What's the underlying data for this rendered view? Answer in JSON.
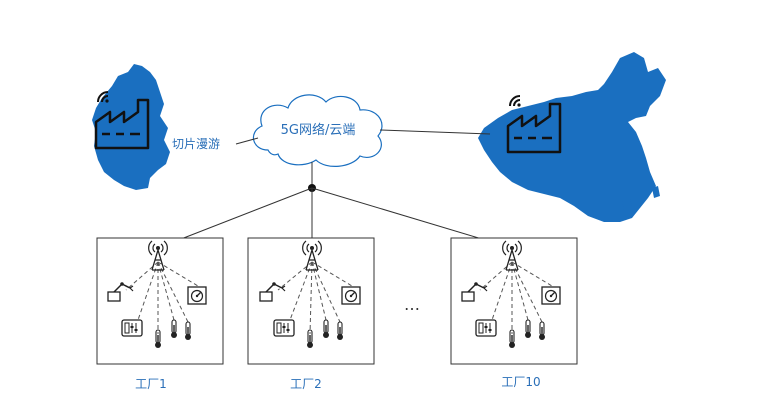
{
  "cloud": {
    "label": "5G网络/云端"
  },
  "left_region": {
    "label": "切片漫游"
  },
  "factories": [
    {
      "label": "工厂1"
    },
    {
      "label": "工厂2"
    },
    {
      "label": "工厂10"
    }
  ],
  "ellipsis": "…",
  "icons": {
    "factory": "factory-icon",
    "antenna": "antenna-tower-icon",
    "robot_arm": "robot-arm-icon",
    "gauge": "gauge-icon",
    "panel": "control-panel-icon",
    "thermometer": "thermometer-icon",
    "wifi": "wifi-signal-icon"
  },
  "colors": {
    "map_blue": "#1a6fc0",
    "line": "#333333",
    "label_blue": "#2a6fb8"
  }
}
